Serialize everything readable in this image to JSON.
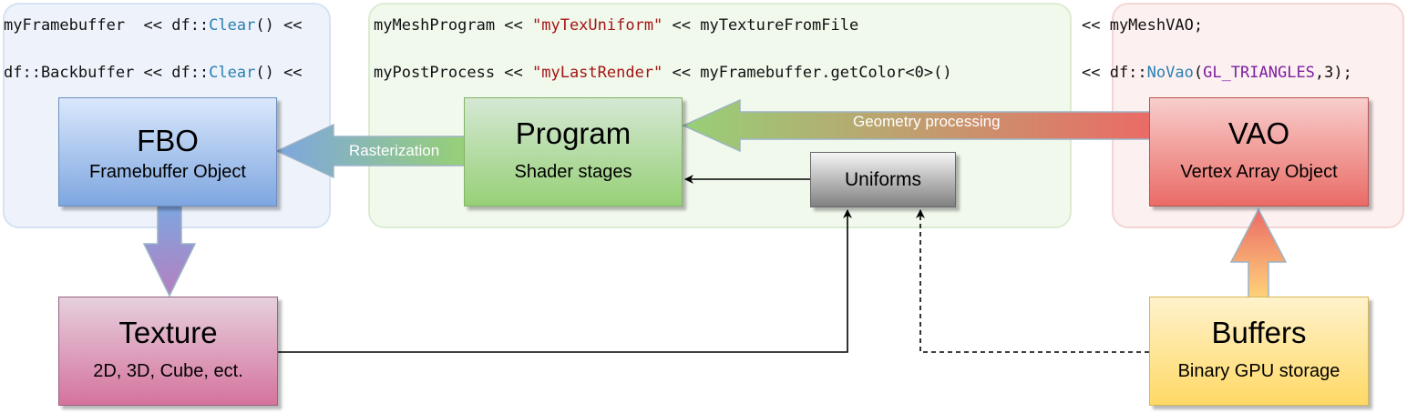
{
  "code": {
    "row1": {
      "fbo_part": "myFramebuffer  << df::",
      "fbo_fn": "Clear",
      "fbo_tail": "() <<",
      "prog_part": "myMeshProgram << ",
      "prog_str": "\"myTexUniform\"",
      "prog_tail": " << myTextureFromFile",
      "vao_part": "<< myMeshVAO;"
    },
    "row2": {
      "fbo_part": "df::Backbuffer << df::",
      "fbo_fn": "Clear",
      "fbo_tail": "() <<",
      "prog_part": "myPostProcess << ",
      "prog_str": "\"myLastRender\"",
      "prog_tail": " << myFramebuffer.getColor<0>()",
      "vao_part": "<< df::",
      "vao_fn": "NoVao",
      "vao_paren": "(",
      "vao_const": "GL_TRIANGLES",
      "vao_tail": ",3);"
    }
  },
  "nodes": {
    "fbo": {
      "title": "FBO",
      "subtitle": "Framebuffer Object"
    },
    "program": {
      "title": "Program",
      "subtitle": "Shader stages"
    },
    "uniforms": {
      "title": "Uniforms"
    },
    "vao": {
      "title": "VAO",
      "subtitle": "Vertex Array Object"
    },
    "texture": {
      "title": "Texture",
      "subtitle": "2D, 3D, Cube, ect."
    },
    "buffers": {
      "title": "Buffers",
      "subtitle": "Binary GPU storage"
    }
  },
  "edges": {
    "rasterization": "Rasterization",
    "geometry": "Geometry processing"
  },
  "colors": {
    "fbo": "#7ea6e0",
    "program": "#97d077",
    "vao": "#ea6b66",
    "texture": "#d5739d",
    "buffers": "#ffd966",
    "uniforms": "#808080"
  }
}
